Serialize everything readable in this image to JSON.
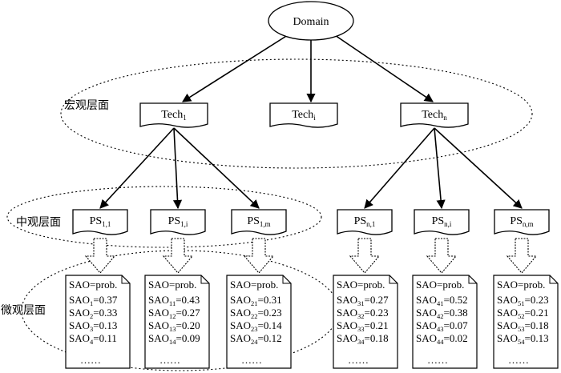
{
  "root": {
    "label": "Domain"
  },
  "levels": {
    "macro": "宏观层面",
    "meso": "中观层面",
    "micro": "微观层面"
  },
  "tech_nodes": [
    {
      "label": "Tech",
      "sub": "1"
    },
    {
      "label": "Tech",
      "sub": "i"
    },
    {
      "label": "Tech",
      "sub": "n"
    }
  ],
  "ps_nodes": [
    {
      "label": "PS",
      "sub": "1,1"
    },
    {
      "label": "PS",
      "sub": "1,i"
    },
    {
      "label": "PS",
      "sub": "1,m"
    },
    {
      "label": "PS",
      "sub": "n,1"
    },
    {
      "label": "PS",
      "sub": "n,i"
    },
    {
      "label": "PS",
      "sub": "n,m"
    }
  ],
  "sao_docs": [
    {
      "header": "SAO=prob.",
      "rows": [
        {
          "pre": "SAO",
          "sub": "1",
          "val": "=0.37"
        },
        {
          "pre": "SAO",
          "sub": "2",
          "val": "=0.33"
        },
        {
          "pre": "SAO",
          "sub": "3",
          "val": "=0.13"
        },
        {
          "pre": "SAO",
          "sub": "4",
          "val": "=0.11"
        }
      ],
      "more": "……"
    },
    {
      "header": "SAO=prob.",
      "rows": [
        {
          "pre": "SAO",
          "sub": "11",
          "val": "=0.43"
        },
        {
          "pre": "SAO",
          "sub": "12",
          "val": "=0.27"
        },
        {
          "pre": "SAO",
          "sub": "13",
          "val": "=0.20"
        },
        {
          "pre": "SAO",
          "sub": "14",
          "val": "=0.09"
        }
      ],
      "more": "……"
    },
    {
      "header": "SAO=prob.",
      "rows": [
        {
          "pre": "SAO",
          "sub": "21",
          "val": "=0.31"
        },
        {
          "pre": "SAO",
          "sub": "22",
          "val": "=0.23"
        },
        {
          "pre": "SAO",
          "sub": "23",
          "val": "=0.14"
        },
        {
          "pre": "SAO",
          "sub": "24",
          "val": "=0.12"
        }
      ],
      "more": "……"
    },
    {
      "header": "SAO=prob.",
      "rows": [
        {
          "pre": "SAO",
          "sub": "31",
          "val": "=0.27"
        },
        {
          "pre": "SAO",
          "sub": "32",
          "val": "=0.23"
        },
        {
          "pre": "SAO",
          "sub": "33",
          "val": "=0.21"
        },
        {
          "pre": "SAO",
          "sub": "34",
          "val": "=0.18"
        }
      ],
      "more": "……"
    },
    {
      "header": "SAO=prob.",
      "rows": [
        {
          "pre": "SAO",
          "sub": "41",
          "val": "=0.52"
        },
        {
          "pre": "SAO",
          "sub": "42",
          "val": "=0.38"
        },
        {
          "pre": "SAO",
          "sub": "43",
          "val": "=0.07"
        },
        {
          "pre": "SAO",
          "sub": "44",
          "val": "=0.02"
        }
      ],
      "more": "……"
    },
    {
      "header": "SAO=prob.",
      "rows": [
        {
          "pre": "SAO",
          "sub": "51",
          "val": "=0.23"
        },
        {
          "pre": "SAO",
          "sub": "52",
          "val": "=0.21"
        },
        {
          "pre": "SAO",
          "sub": "53",
          "val": "=0.18"
        },
        {
          "pre": "SAO",
          "sub": "54",
          "val": "=0.13"
        }
      ],
      "more": "……"
    }
  ]
}
